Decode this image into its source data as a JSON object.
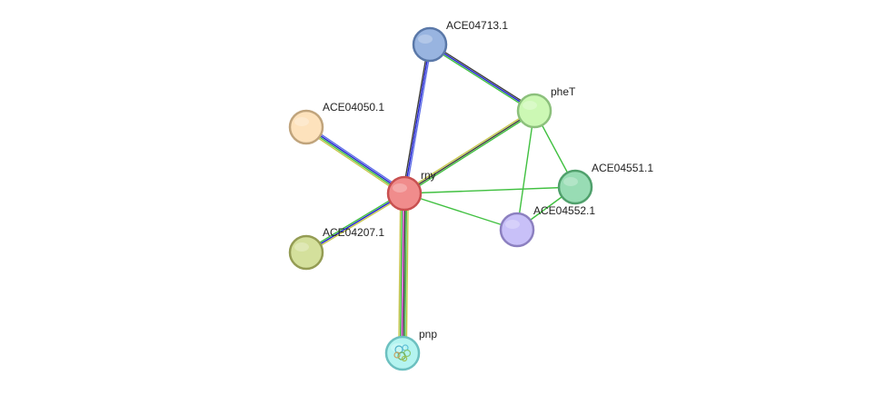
{
  "network": {
    "nodes": [
      {
        "id": "rny",
        "label": "rny",
        "fill": "#f08c8c",
        "stroke": "#c85050"
      },
      {
        "id": "ACE04713.1",
        "label": "ACE04713.1",
        "fill": "#98b4e0",
        "stroke": "#5a78a8"
      },
      {
        "id": "pheT",
        "label": "pheT",
        "fill": "#ccf8b4",
        "stroke": "#8cc07c"
      },
      {
        "id": "ACE04050.1",
        "label": "ACE04050.1",
        "fill": "#fde2bc",
        "stroke": "#c0a47c"
      },
      {
        "id": "ACE04551.1",
        "label": "ACE04551.1",
        "fill": "#98dcb4",
        "stroke": "#50a06c"
      },
      {
        "id": "ACE04552.1",
        "label": "ACE04552.1",
        "fill": "#c8c0f8",
        "stroke": "#8c80c0"
      },
      {
        "id": "ACE04207.1",
        "label": "ACE04207.1",
        "fill": "#d4e09c",
        "stroke": "#949c54"
      },
      {
        "id": "pnp",
        "label": "pnp",
        "fill": "#b4f4f0",
        "stroke": "#6cc0c0"
      }
    ],
    "edges": [
      {
        "source": "rny",
        "target": "ACE04713.1",
        "colors": [
          "#3c3c3c",
          "#2020d0",
          "#6070e8"
        ]
      },
      {
        "source": "ACE04713.1",
        "target": "pheT",
        "colors": [
          "#3c3c3c",
          "#2020d0",
          "#40c040"
        ]
      },
      {
        "source": "rny",
        "target": "pheT",
        "colors": [
          "#c8c850",
          "#3c3c3c",
          "#40c040"
        ]
      },
      {
        "source": "rny",
        "target": "ACE04050.1",
        "colors": [
          "#c8c850",
          "#40c040",
          "#2020d0",
          "#6070e8"
        ]
      },
      {
        "source": "rny",
        "target": "ACE04207.1",
        "colors": [
          "#c8c850",
          "#2020d0",
          "#40c040"
        ]
      },
      {
        "source": "rny",
        "target": "ACE04551.1",
        "colors": [
          "#40c040"
        ]
      },
      {
        "source": "rny",
        "target": "ACE04552.1",
        "colors": [
          "#40c040"
        ]
      },
      {
        "source": "rny",
        "target": "pnp",
        "colors": [
          "#c8c850",
          "#40c040",
          "#3c3c3c",
          "#d040d0",
          "#40c040",
          "#c8c850"
        ]
      },
      {
        "source": "pheT",
        "target": "ACE04551.1",
        "colors": [
          "#40c040"
        ]
      },
      {
        "source": "pheT",
        "target": "ACE04552.1",
        "colors": [
          "#40c040"
        ]
      },
      {
        "source": "ACE04551.1",
        "target": "ACE04552.1",
        "colors": [
          "#40c040"
        ]
      }
    ]
  }
}
